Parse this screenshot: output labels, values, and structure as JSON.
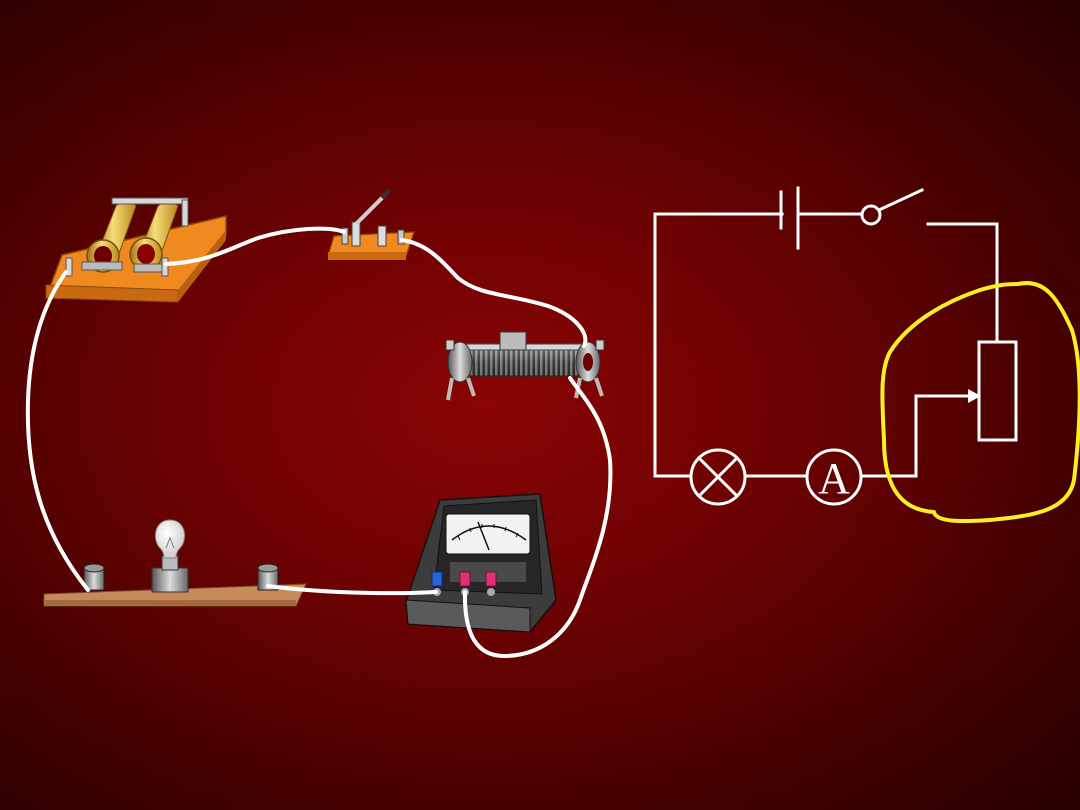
{
  "colors": {
    "background": "#6a0202",
    "wire": "#ffffff",
    "highlight": "#ffee22",
    "board": "#f08a1e",
    "battery": "#f0d060",
    "meter_body": "#3a3a3a"
  },
  "schematic": {
    "ammeter_symbol": "A",
    "components": [
      "battery",
      "switch",
      "rheostat",
      "ammeter",
      "lamp"
    ]
  },
  "icons": {
    "battery_holder": "battery-holder-icon",
    "knife_switch": "knife-switch-icon",
    "rheostat": "rheostat-icon",
    "ammeter": "ammeter-icon",
    "lamp_board": "lamp-board-icon"
  }
}
